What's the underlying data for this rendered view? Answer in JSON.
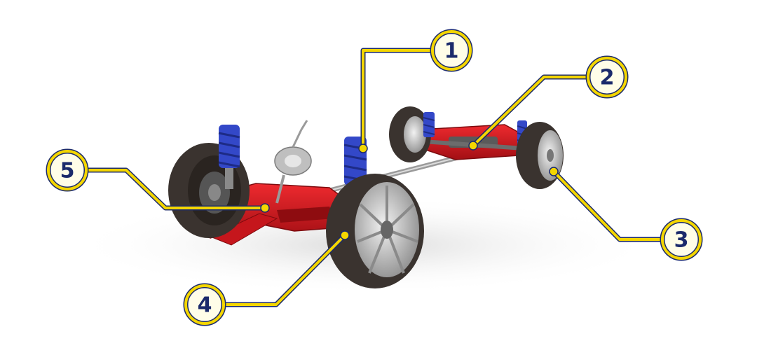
{
  "colors": {
    "callout_line": "#f4d600",
    "callout_outline": "#1b2a6b",
    "callout_fill": "#fffde8",
    "callout_text": "#1b2a6b",
    "frame": "#d4181f",
    "frame_dark": "#9c0e13",
    "spring": "#3348c8",
    "tire": "#3a332f",
    "rim": "#c9c9c9"
  },
  "callouts": [
    {
      "number": "1",
      "target": "front-strut-spring"
    },
    {
      "number": "2",
      "target": "rear-differential"
    },
    {
      "number": "3",
      "target": "rear-wheel-hub"
    },
    {
      "number": "4",
      "target": "front-wheel-hub"
    },
    {
      "number": "5",
      "target": "front-control-arm"
    }
  ]
}
